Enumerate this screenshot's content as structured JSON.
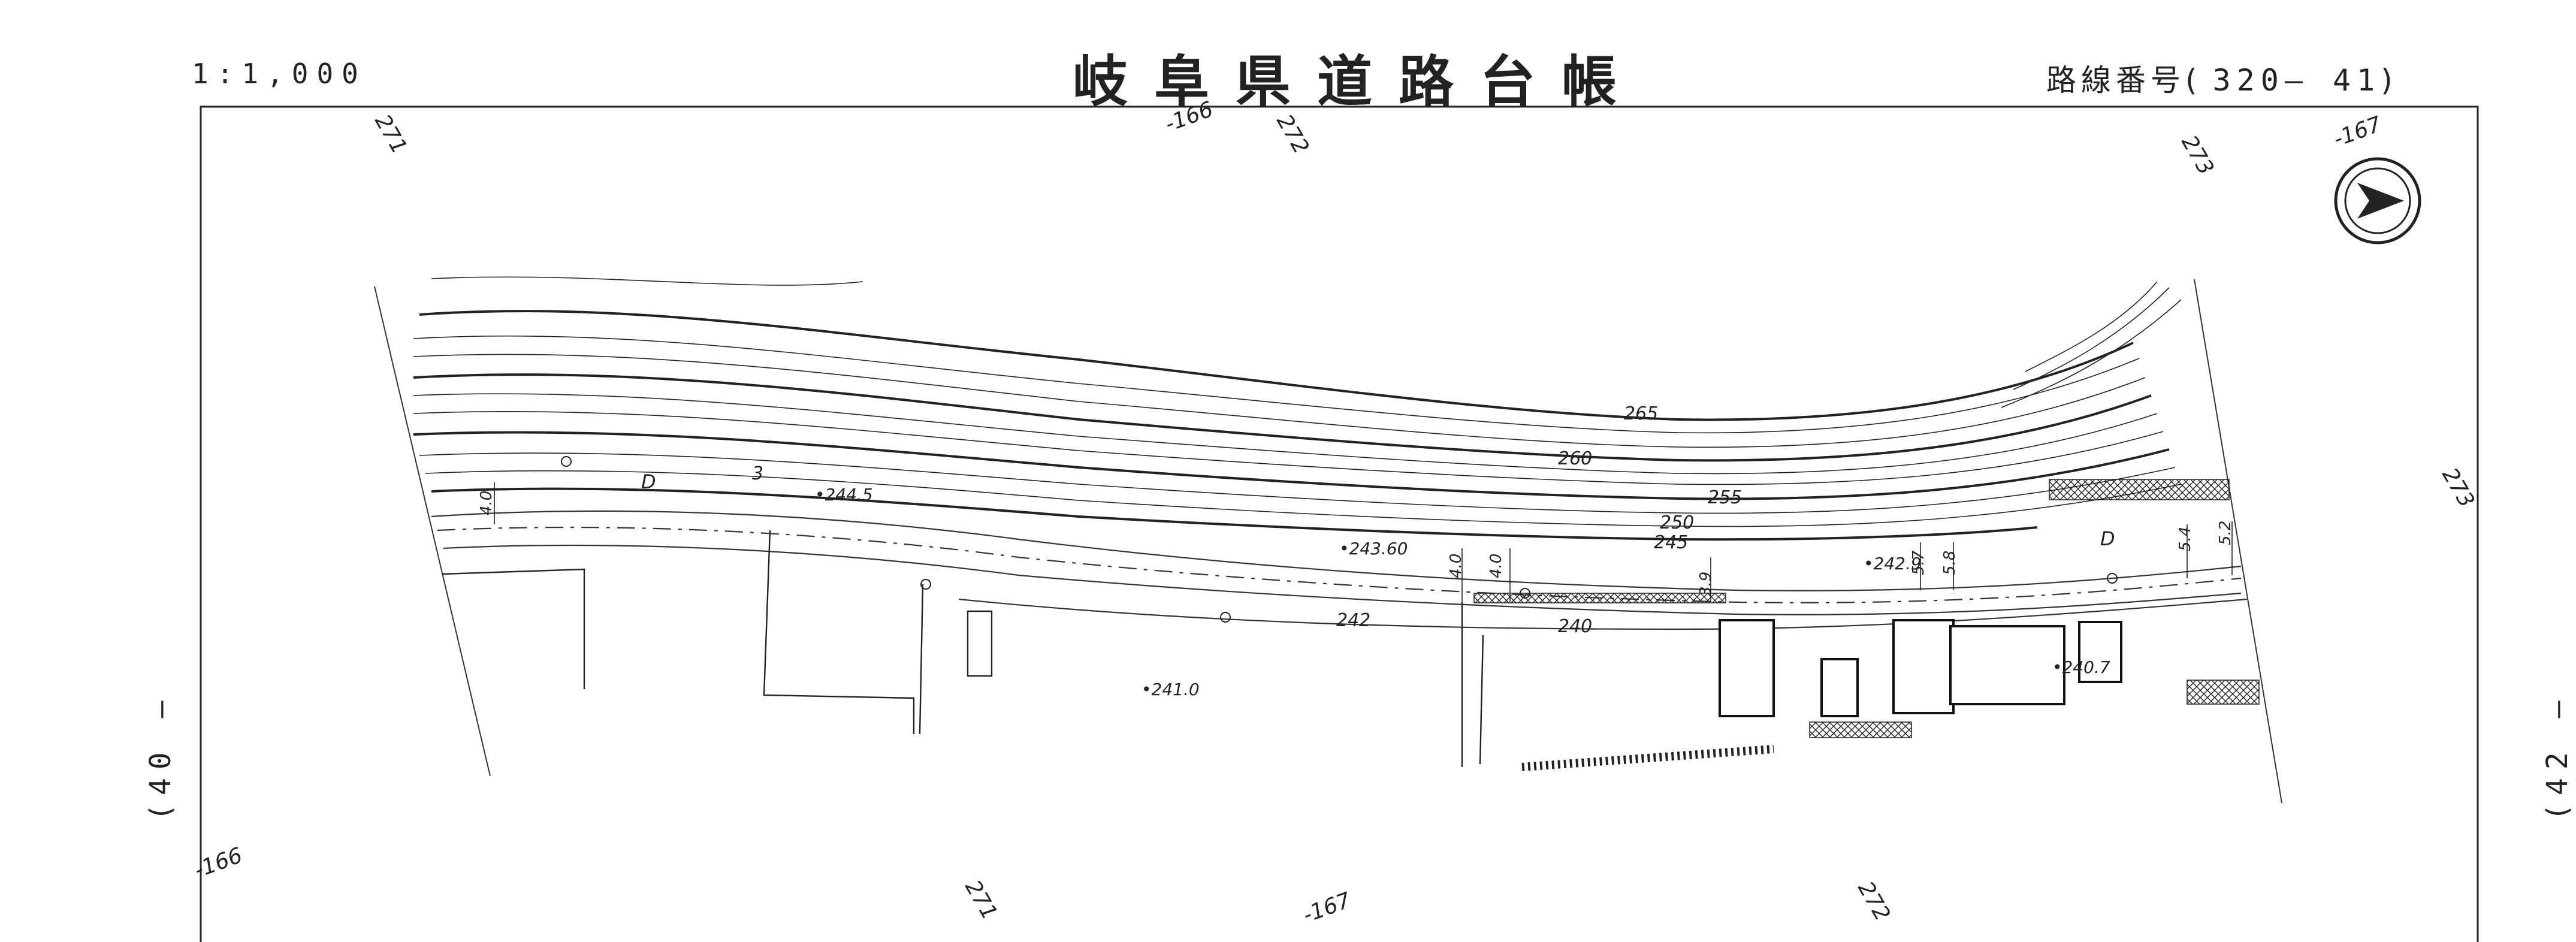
{
  "header": {
    "scale": "1:1,000",
    "title": "岐阜県道路台帳",
    "route_label": "路線番号(",
    "route_number": "320— 41",
    "route_close": ")"
  },
  "sheet_refs": {
    "left": "(40 —",
    "right": "(42 —"
  },
  "north_arrow": {
    "icon": "north-arrow-icon"
  },
  "grid_marks": {
    "top": [
      "271",
      "-166",
      "272",
      "273",
      "-167"
    ],
    "right": "273",
    "bottom": [
      "-166",
      "271",
      "-167",
      "272"
    ]
  },
  "contours": [
    "265",
    "260",
    "255",
    "250",
    "245",
    "242",
    "240"
  ],
  "spot_heights": [
    "244.5",
    "243.60",
    "242.9",
    "241.0",
    "240.7"
  ],
  "widths": [
    "4.0",
    "4.0",
    "4.0",
    "3.9",
    "5.7",
    "5.8",
    "5.4",
    "5.2"
  ],
  "road_codes": [
    "D",
    "D"
  ],
  "misc_marks": [
    "3"
  ],
  "colors": {
    "ink": "#1a1a1a",
    "paper": "#ffffff"
  }
}
